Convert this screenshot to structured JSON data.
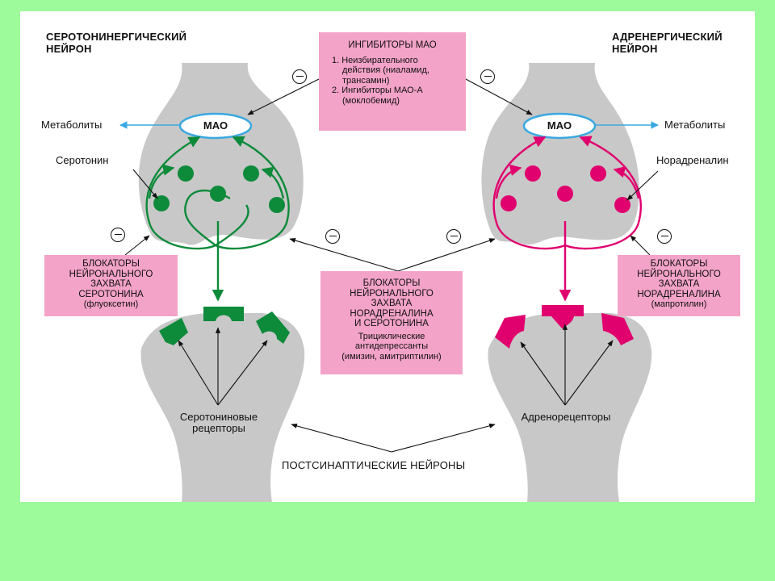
{
  "titles": {
    "left_neuron": [
      "СЕРОТОНИНЕРГИЧЕСКИЙ",
      "НЕЙРОН"
    ],
    "right_neuron": [
      "АДРЕНЕРГИЧЕСКИЙ",
      "НЕЙРОН"
    ],
    "postsynaptic": "ПОСТСИНАПТИЧЕСКИЕ НЕЙРОНЫ"
  },
  "labels": {
    "mao_left": "МАО",
    "mao_right": "МАО",
    "metabolites_left": "Метаболиты",
    "metabolites_right": "Метаболиты",
    "serotonin": "Серотонин",
    "noradrenaline": "Норадреналин",
    "serotonin_receptors": [
      "Серотониновые",
      "рецепторы"
    ],
    "adrenoreceptors": "Адренорецепторы"
  },
  "mao_box": {
    "heading": "ИНГИБИТОРЫ МАО",
    "items": [
      "1. Неизбирательного",
      "действия (ниаламид,",
      "трансамин)",
      "2. Ингибиторы МАО-А",
      "(моклобемид)"
    ]
  },
  "left_box": {
    "heading": [
      "БЛОКАТОРЫ",
      "НЕЙРОНАЛЬНОГО",
      "ЗАХВАТА",
      "СЕРОТОНИНА"
    ],
    "drug": "(флуоксетин)"
  },
  "right_box": {
    "heading": [
      "БЛОКАТОРЫ",
      "НЕЙРОНАЛЬНОГО",
      "ЗАХВАТА",
      "НОРАДРЕНАЛИНА"
    ],
    "drug": "(мапротилин)"
  },
  "center_box": {
    "heading": [
      "БЛОКАТОРЫ",
      "НЕЙРОНАЛЬНОГО",
      "ЗАХВАТА",
      "НОРАДРЕНАЛИНА",
      "И СЕРОТОНИНА"
    ],
    "sub": [
      "Трициклические",
      "антидепрессанты",
      "(имизин, амитриптилин)"
    ]
  },
  "colors": {
    "background": "#9dfb9b",
    "neuron_gray": "#c8c8c8",
    "serotonin_green": "#0d8a3a",
    "noradrenaline_magenta": "#e0006e",
    "mao_blue": "#3aa8e0",
    "box_pink": "#f4a3c8"
  },
  "icons": [
    "inhibition-minus-icon"
  ]
}
